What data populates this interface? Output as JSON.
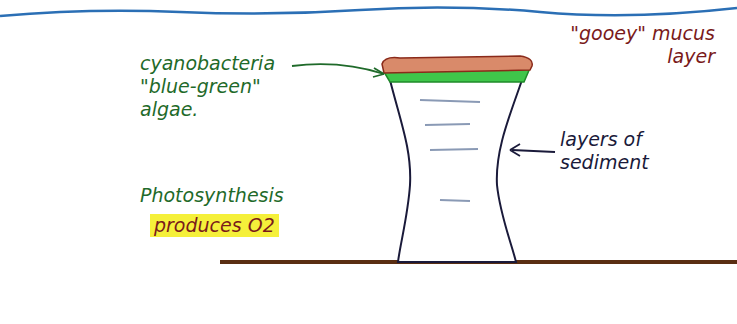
{
  "diagram": {
    "labels": [
      "\"gooey\" mucus layer",
      "cyanobacteria \"blue-green\" algae.",
      "layers of sediment",
      "Photosynthesis",
      "produces O2"
    ]
  }
}
